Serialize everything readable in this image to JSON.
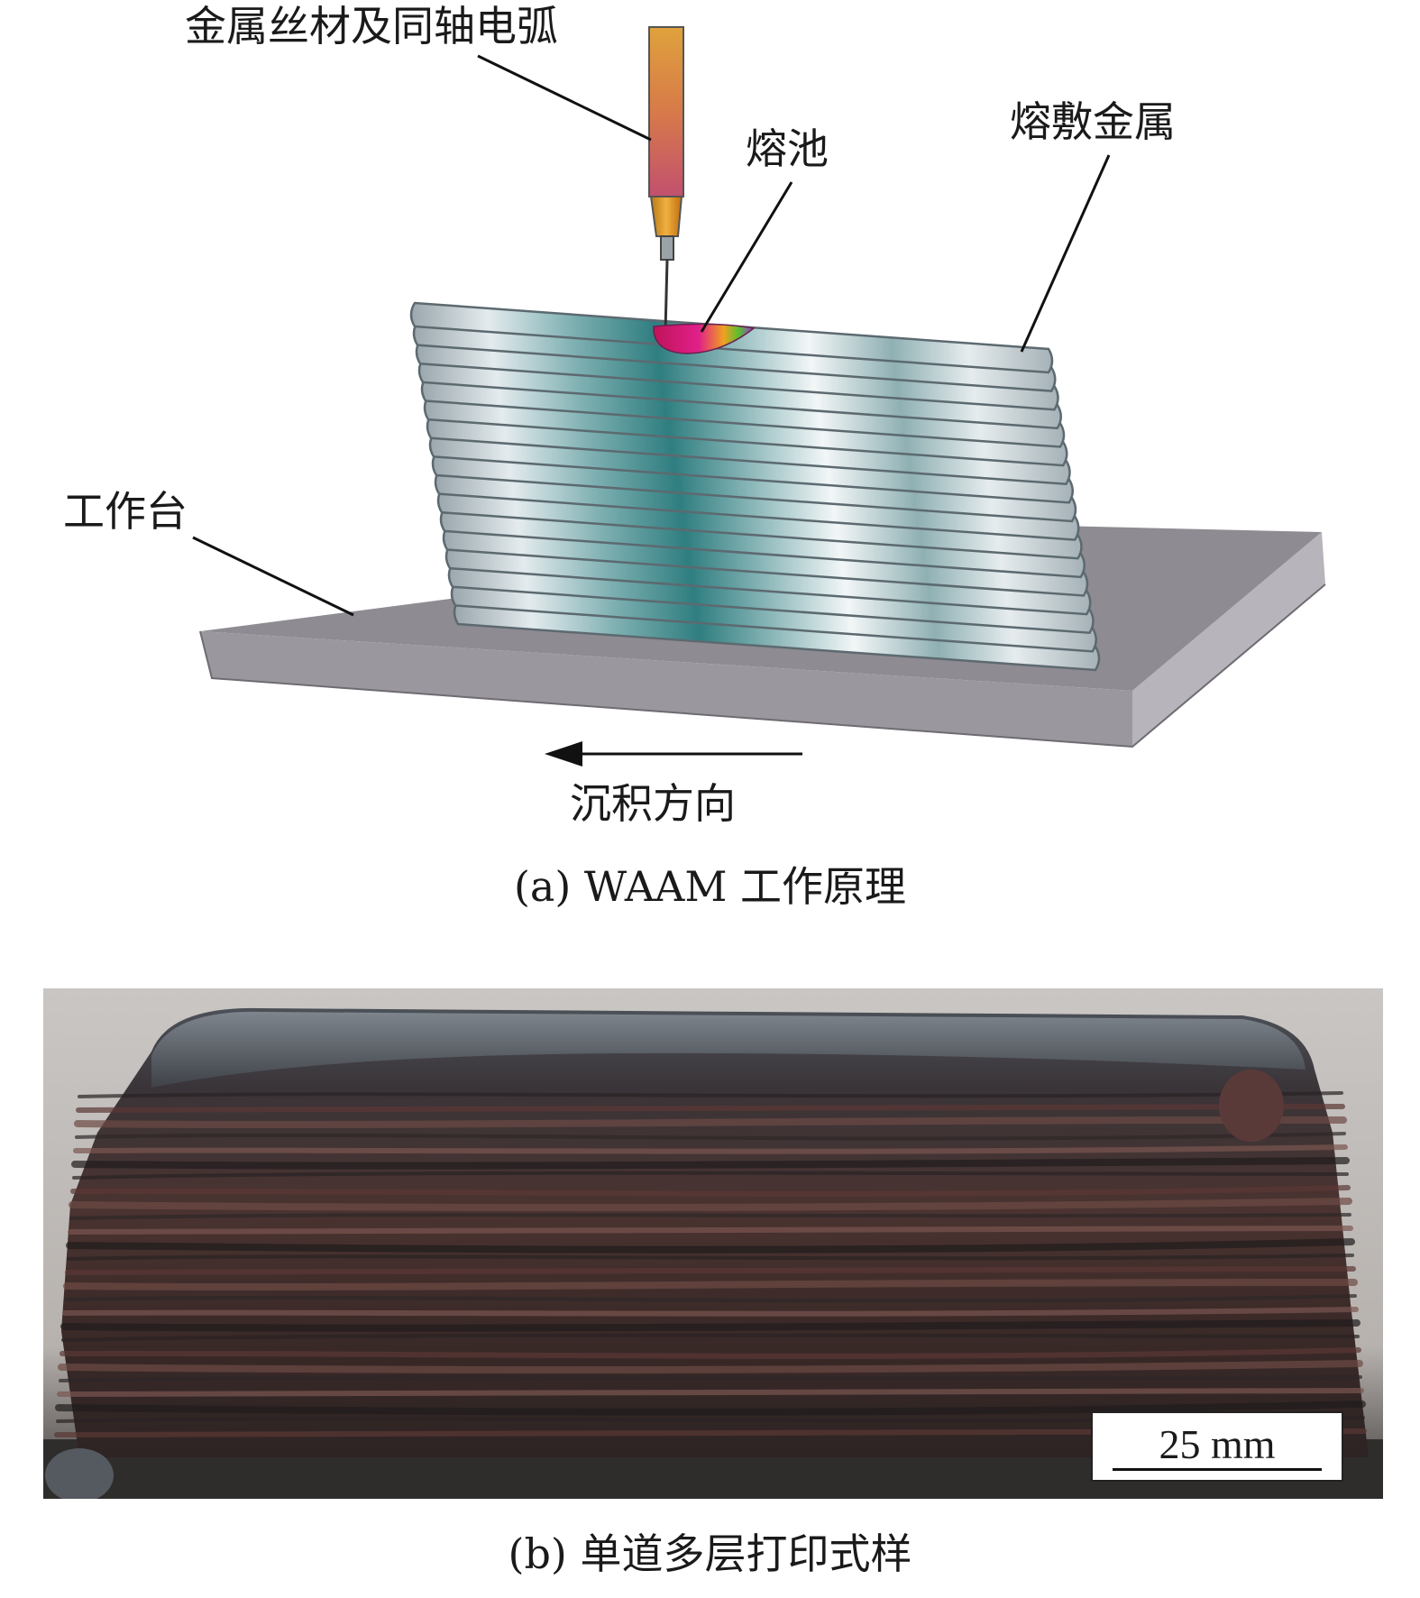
{
  "panel_a": {
    "labels": {
      "wire_arc": "金属丝材及同轴电弧",
      "melt_pool": "熔池",
      "cladding_metal": "熔敷金属",
      "worktable": "工作台",
      "deposition_direction": "沉积方向"
    },
    "caption": "(a) WAAM 工作原理"
  },
  "panel_b": {
    "scale_bar": "25 mm",
    "caption": "(b) 单道多层打印式样"
  }
}
